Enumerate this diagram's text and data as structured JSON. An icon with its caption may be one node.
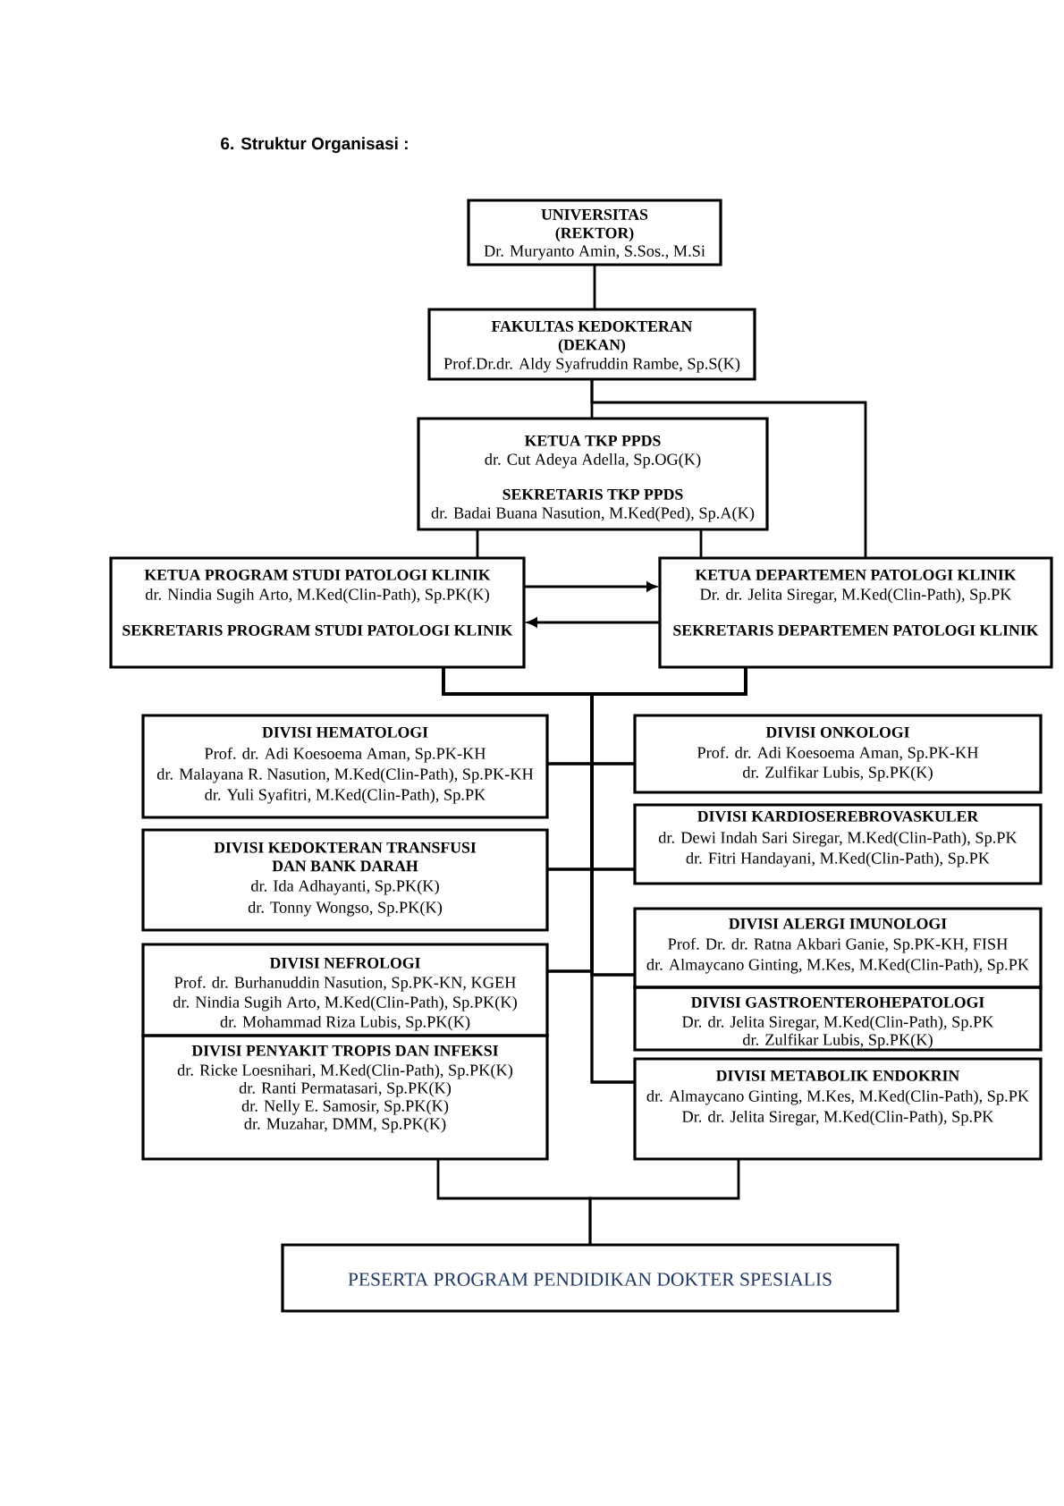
{
  "diagram": {
    "title": "6. Struktur Organisasi :",
    "nodes": [
      {
        "text": [
          "UNIVERSITAS (REKTOR)",
          "Dr. Muryanto Amin, S.Sos., M.Si"
        ]
      },
      {
        "text": [
          "FAKULTAS KEDOKTERAN (DEKAN)",
          "Prof.Dr.dr. Aldy Syafruddin Rambe, Sp.S(K)"
        ]
      },
      {
        "text": [
          "KETUA TKP PPDS",
          "dr. Cut Adeya Adella, Sp.OG(K)",
          "SEKRETARIS TKP PPDS",
          "dr. Badai Buana Nasution, M.Ked(Ped), Sp.A(K)"
        ]
      },
      {
        "text": [
          "KETUA PROGRAM STUDI PATOLOGI KLINIK",
          "dr. Nindia Sugih Arto, M.Ked(Clin-Path), Sp.PK(K)",
          "SEKRETARIS PROGRAM STUDI PATOLOGI KLINIK"
        ]
      },
      {
        "text": [
          "KETUA DEPARTEMEN PATOLOGI KLINIK",
          "Dr. dr. Jelita Siregar, M.Ked(Clin-Path), Sp.PK",
          "SEKRETARIS DEPARTEMEN PATOLOGI KLINIK"
        ]
      },
      {
        "text": [
          "DIVISI HEMATOLOGI",
          "Prof. dr. Adi Koesoema Aman, Sp.PK-KH",
          "dr. Malayana R. Nasution, M.Ked(Clin-Path), Sp.PK-KH",
          "dr. Yuli Syafitri, M.Ked(Clin-Path), Sp.PK"
        ]
      },
      {
        "text": [
          "DIVISI KEDOKTERAN TRANSFUSI DAN BANK DARAH",
          "dr. Ida Adhayanti, Sp.PK(K)",
          "dr. Tonny Wongso, Sp.PK(K)"
        ]
      },
      {
        "text": [
          "DIVISI NEFROLOGI",
          "Prof. dr. Burhanuddin Nasution, Sp.PK-KN, KGEH",
          "dr. Nindia Sugih Arto, M.Ked(Clin-Path), Sp.PK(K)",
          "dr. Mohammad Riza Lubis, Sp.PK(K)"
        ]
      },
      {
        "text": [
          "DIVISI PENYAKIT TROPIS DAN INFEKSI",
          "dr. Ricke Loesnihari, M.Ked(Clin-Path), Sp.PK(K)",
          "dr. Ranti Permatasari, Sp.PK(K)",
          "dr. Nelly E. Samosir, Sp.PK(K)",
          "dr. Muzahar, DMM, Sp.PK(K)"
        ]
      },
      {
        "text": [
          "DIVISI ONKOLOGI",
          "Prof. dr. Adi Koesoema Aman, Sp.PK-KH",
          "dr. Zulfikar Lubis, Sp.PK(K)"
        ]
      },
      {
        "text": [
          "DIVISI KARDIOSEREBROVASKULER",
          "dr. Dewi Indah Sari Siregar, M.Ked(Clin-Path), Sp.PK",
          "dr. Fitri Handayani, M.Ked(Clin-Path), Sp.PK"
        ]
      },
      {
        "text": [
          "DIVISI ALERGI IMUNOLOGI",
          "Prof. Dr. dr. Ratna Akbari Ganie, Sp.PK-KH, FISH",
          "dr. Almaycano Ginting, M.Kes, M.Ked(Clin-Path), Sp.PK"
        ]
      },
      {
        "text": [
          "DIVISI GASTROENTEROHEPATOLOGI",
          "Dr. dr. Jelita Siregar, M.Ked(Clin-Path), Sp.PK",
          "dr. Zulfikar Lubis, Sp.PK(K)"
        ]
      },
      {
        "text": [
          "DIVISI METABOLIK ENDOKRIN",
          "dr. Almaycano Ginting, M.Kes, M.Ked(Clin-Path), Sp.PK",
          "Dr. dr. Jelita Siregar, M.Ked(Clin-Path), Sp.PK"
        ]
      },
      {
        "text": [
          "PESERTA PROGRAM PENDIDIKAN DOKTER SPESIALIS"
        ]
      }
    ],
    "edges": [
      {
        "from": 0,
        "to": 1,
        "arrow": "none"
      },
      {
        "from": 1,
        "to": 2,
        "arrow": "none"
      },
      {
        "from": 1,
        "to": 4,
        "arrow": "none"
      },
      {
        "from": 2,
        "to": 3,
        "arrow": "none"
      },
      {
        "from": 2,
        "to": 4,
        "arrow": "none"
      },
      {
        "from": 3,
        "to": 4,
        "arrow": "to"
      },
      {
        "from": 4,
        "to": 3,
        "arrow": "to"
      },
      {
        "from": 3,
        "to": 5,
        "arrow": "none"
      },
      {
        "from": 3,
        "to": 6,
        "arrow": "none"
      },
      {
        "from": 3,
        "to": 7,
        "arrow": "none"
      },
      {
        "from": 3,
        "to": 9,
        "arrow": "none"
      },
      {
        "from": 3,
        "to": 10,
        "arrow": "none"
      },
      {
        "from": 3,
        "to": 11,
        "arrow": "none"
      },
      {
        "from": 3,
        "to": 13,
        "arrow": "none"
      },
      {
        "from": 4,
        "to": 5,
        "arrow": "none"
      },
      {
        "from": 4,
        "to": 6,
        "arrow": "none"
      },
      {
        "from": 4,
        "to": 7,
        "arrow": "none"
      },
      {
        "from": 4,
        "to": 9,
        "arrow": "none"
      },
      {
        "from": 4,
        "to": 10,
        "arrow": "none"
      },
      {
        "from": 4,
        "to": 11,
        "arrow": "none"
      },
      {
        "from": 4,
        "to": 13,
        "arrow": "none"
      },
      {
        "from": 8,
        "to": 14,
        "arrow": "none"
      },
      {
        "from": 13,
        "to": 14,
        "arrow": "none"
      }
    ]
  }
}
